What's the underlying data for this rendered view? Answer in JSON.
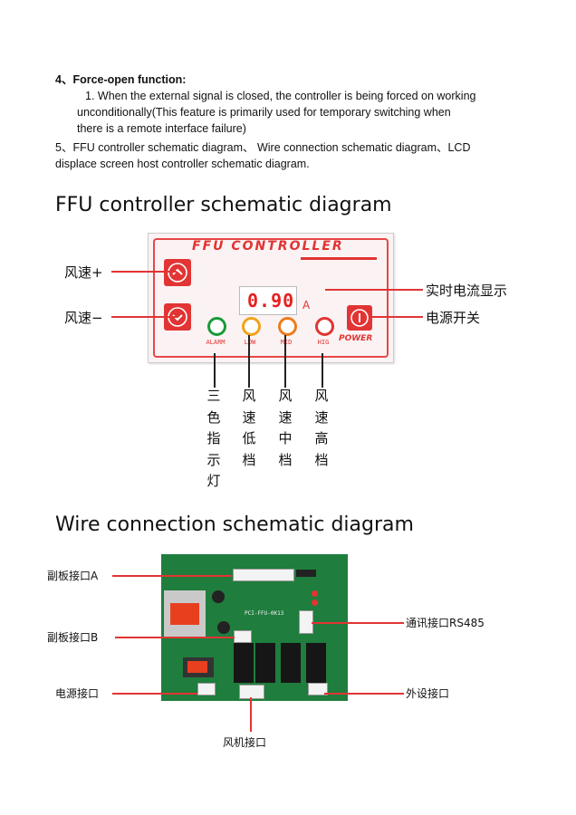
{
  "section4": {
    "title": "4、Force-open function:",
    "item1_line1": "1. When the external signal is closed, the controller is being forced on working",
    "item1_line2": "unconditionally(This feature is primarily used for temporary switching when",
    "item1_line3": "there is a remote interface failure)"
  },
  "section5": {
    "line1": "5、FFU controller schematic diagram、 Wire connection schematic diagram、LCD",
    "line2": "displace screen host controller schematic diagram."
  },
  "ffu": {
    "heading": "FFU controller schematic diagram",
    "panel_title": "FFU CONTROLLER",
    "display_value": "0.90",
    "display_unit": "A",
    "power_label": "POWER",
    "leds": [
      {
        "label": "ALARM",
        "color": "#1a9a3a"
      },
      {
        "label": "LOW",
        "color": "#f2a31b"
      },
      {
        "label": "MID",
        "color": "#f07a1b"
      },
      {
        "label": "HIG",
        "color": "#e23434"
      }
    ],
    "callouts": {
      "speed_up": "风速+",
      "speed_down": "风速−",
      "current_display": "实时电流显示",
      "power_switch": "电源开关"
    },
    "vertical_labels": [
      [
        "三",
        "色",
        "指",
        "示",
        "灯"
      ],
      [
        "风",
        "速",
        "低",
        "档"
      ],
      [
        "风",
        "速",
        "中",
        "档"
      ],
      [
        "风",
        "速",
        "高",
        "档"
      ]
    ]
  },
  "wire": {
    "heading": "Wire connection schematic diagram",
    "pcb_text": "PCI-FFU-0K13",
    "callouts": {
      "sub_a": "副板接口A",
      "sub_b": "副板接口B",
      "power_port": "电源接口",
      "comm_port": "通讯接口RS485",
      "ext_port": "外设接口",
      "fan_port": "风机接口"
    }
  },
  "colors": {
    "accent_red": "#e23434",
    "pcb_green": "#1f7d3d"
  }
}
